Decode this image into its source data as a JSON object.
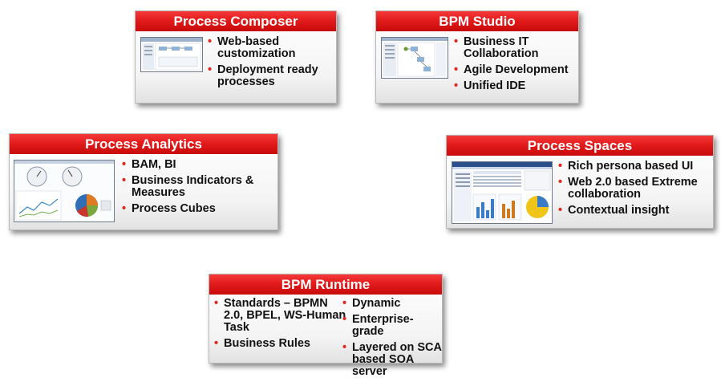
{
  "cards": {
    "composer": {
      "title": "Process Composer",
      "bullets": [
        "Web-based customization",
        "Deployment ready processes"
      ]
    },
    "studio": {
      "title": "BPM Studio",
      "bullets": [
        "Business IT Collaboration",
        "Agile Development",
        "Unified IDE"
      ]
    },
    "analytics": {
      "title": "Process Analytics",
      "bullets": [
        "BAM, BI",
        "Business Indicators & Measures",
        "Process Cubes"
      ]
    },
    "spaces": {
      "title": "Process Spaces",
      "bullets": [
        "Rich persona based UI",
        "Web 2.0 based Extreme collaboration",
        "Contextual insight"
      ]
    },
    "runtime": {
      "title": "BPM Runtime",
      "bullets_left": [
        "Standards – BPMN 2.0, BPEL, WS-Human Task",
        "Business Rules"
      ],
      "bullets_right": [
        "Dynamic",
        "Enterprise-grade",
        "Layered on SCA based SOA server"
      ]
    }
  },
  "bullet_glyph": "•",
  "colors": {
    "title_red": "#e31b1b",
    "bullet_red": "#e0281e"
  }
}
